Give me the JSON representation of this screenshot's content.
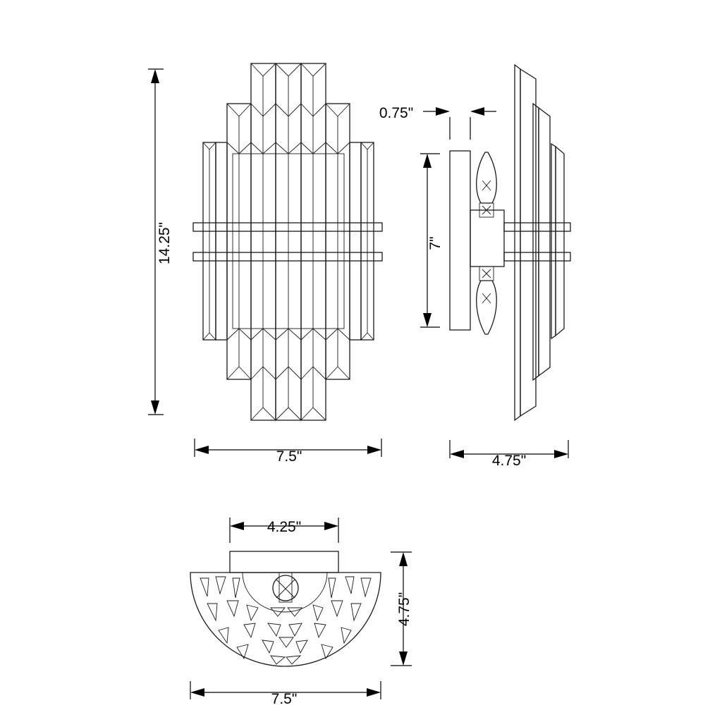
{
  "dimensions": {
    "front_height": "14.25\"",
    "front_width": "7.5\"",
    "side_offset": "0.75\"",
    "side_backplate_height": "7\"",
    "side_depth": "4.75\"",
    "bottom_backplate_width": "4.25\"",
    "bottom_depth": "4.75\"",
    "bottom_width": "7.5\""
  },
  "colors": {
    "line": "#1a1a1a",
    "background": "#ffffff"
  }
}
